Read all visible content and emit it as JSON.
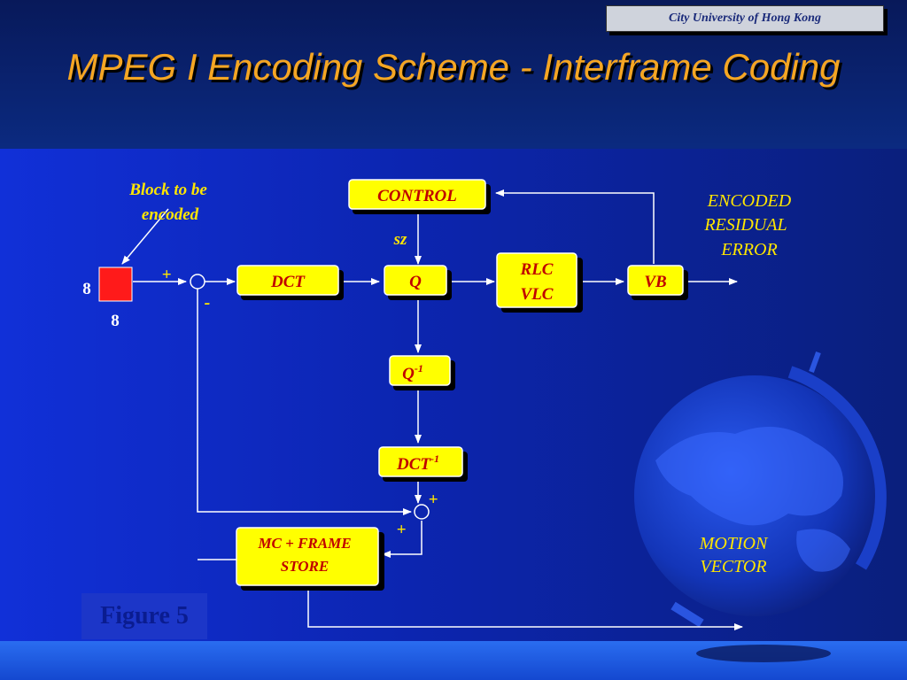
{
  "header": {
    "university": "City University of Hong Kong",
    "title": "MPEG I Encoding Scheme - Interframe Coding"
  },
  "diagram": {
    "input_label_line1": "Block to be",
    "input_label_line2": "encoded",
    "block_width": "8",
    "block_height": "8",
    "sum1_plus": "+",
    "sum1_minus": "-",
    "boxes": {
      "control": "CONTROL",
      "dct": "DCT",
      "q": "Q",
      "rlc": "RLC",
      "vlc": "VLC",
      "vb": "VB",
      "q_inv": "Q",
      "q_inv_sup": "-1",
      "dct_inv": "DCT",
      "dct_inv_sup": "-1",
      "mc_line1": "MC + FRAME",
      "mc_line2": "STORE"
    },
    "sz_label": "sz",
    "sum2_plus_top": "+",
    "sum2_plus_bottom": "+",
    "output_label_line1": "ENCODED",
    "output_label_line2": "RESIDUAL",
    "output_label_line3": "ERROR",
    "mv_label_line1": "MOTION",
    "mv_label_line2": "VECTOR"
  },
  "footer": {
    "figure": "Figure 5"
  },
  "colors": {
    "box_fill": "#ffff00",
    "box_text": "#c00000",
    "label_yellow": "#ffe600",
    "title": "#f5a623",
    "block": "#ff1a1a"
  }
}
